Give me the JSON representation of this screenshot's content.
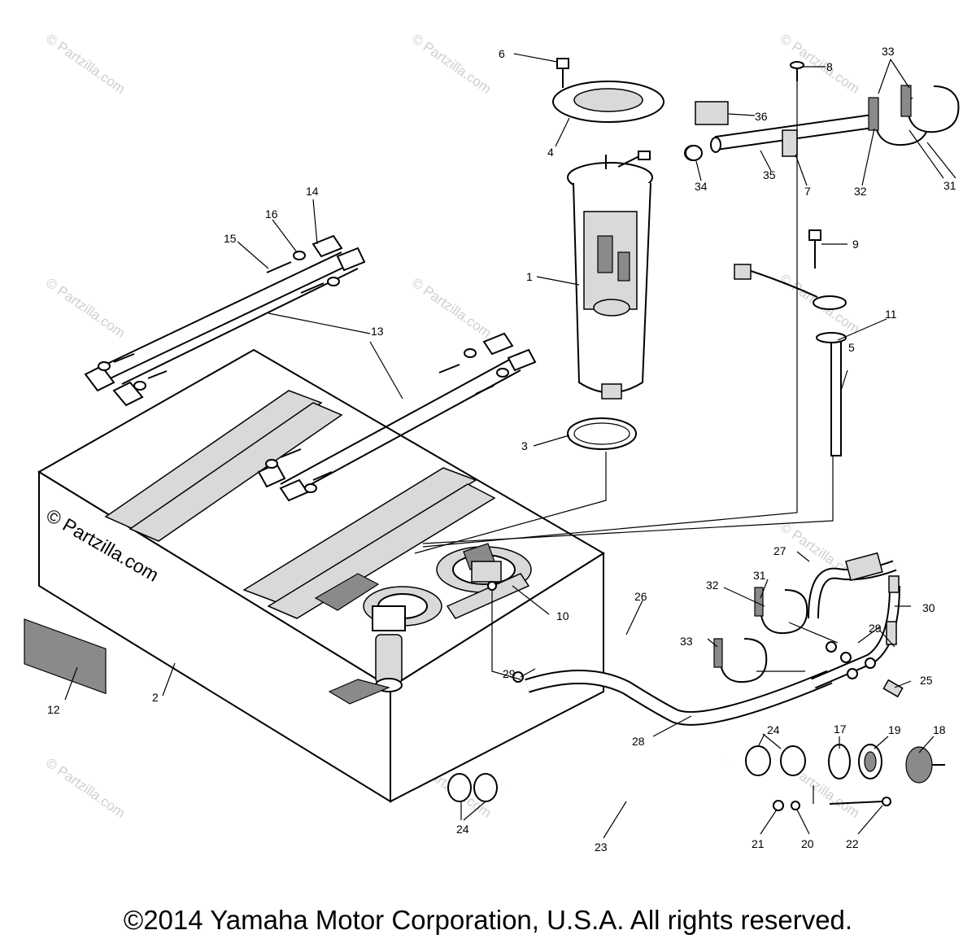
{
  "watermarks": {
    "faint": "© Partzilla.com",
    "main": "© Partzilla.com"
  },
  "callouts": [
    "1",
    "2",
    "3",
    "4",
    "5",
    "6",
    "7",
    "8",
    "9",
    "10",
    "11",
    "12",
    "13",
    "14",
    "15",
    "16",
    "17",
    "18",
    "19",
    "20",
    "21",
    "22",
    "23",
    "24",
    "25",
    "26",
    "27",
    "28",
    "29",
    "30",
    "31",
    "32",
    "33",
    "34",
    "35",
    "36"
  ],
  "copyright": "©2014  Yamaha Motor Corporation, U.S.A. All rights reserved.",
  "colors": {
    "line": "#000000",
    "part_fill": "#d9d9d9",
    "watermark": "#cfcfcf"
  }
}
